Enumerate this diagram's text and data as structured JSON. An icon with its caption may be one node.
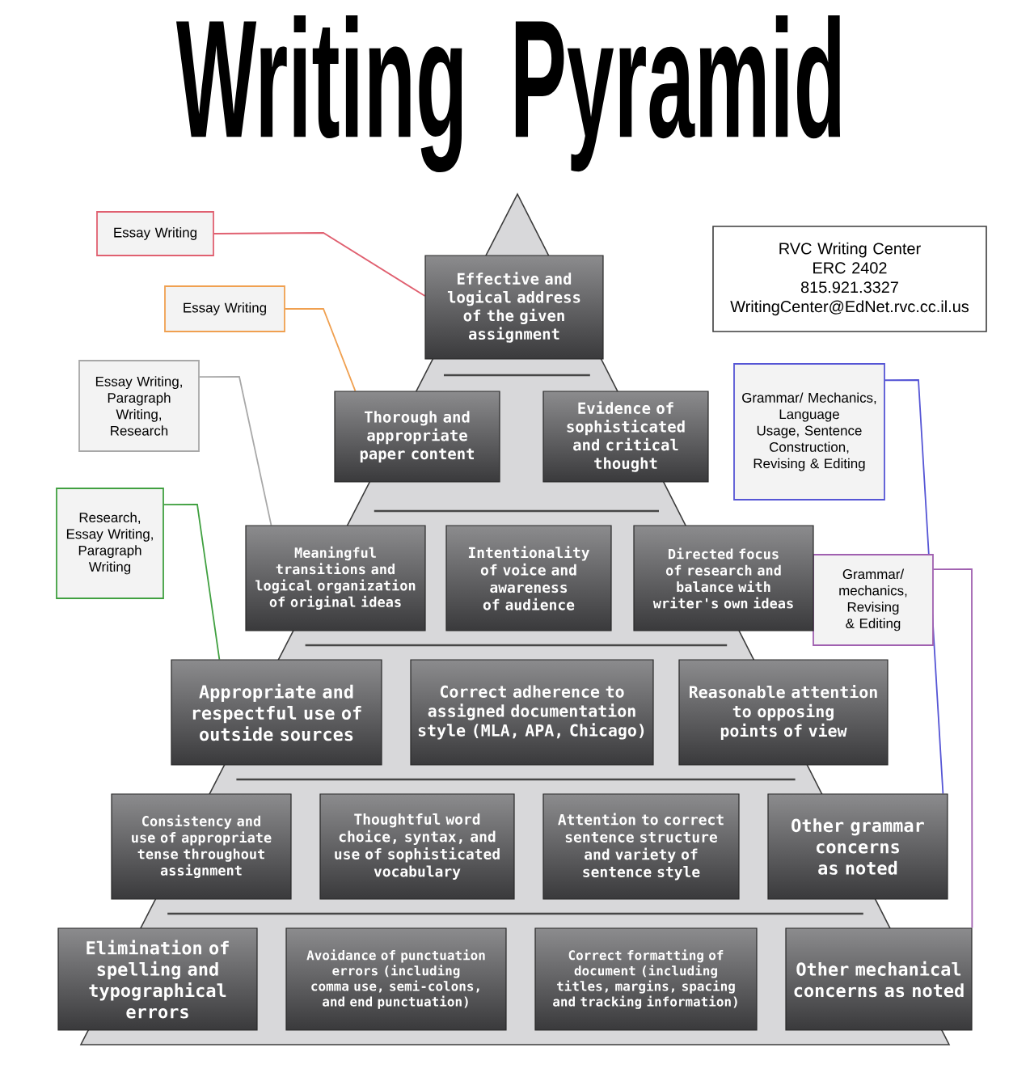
{
  "diagram": {
    "title": "Writing Pyramid",
    "nodes": [
      {
        "text": [
          "RVC Writing Center",
          "ERC 2402",
          "815.921.3327",
          "WritingCenter@EdNet.rvc.cc.il.us"
        ]
      },
      {
        "text": [
          "Essay Writing"
        ]
      },
      {
        "text": [
          "Essay Writing"
        ]
      },
      {
        "text": [
          "Essay Writing, Paragraph Writing, Research"
        ]
      },
      {
        "text": [
          "Research, Essay Writing, Paragraph Writing"
        ]
      },
      {
        "text": [
          "Grammar/ Mechanics, Language Usage, Sentence Construction, Revising & Editing"
        ]
      },
      {
        "text": [
          "Grammar/ mechanics, Revising & Editing"
        ]
      },
      {
        "text": [
          "Effective and logical address of the given assignment"
        ]
      },
      {
        "text": [
          "Thorough and appropriate paper content"
        ]
      },
      {
        "text": [
          "Evidence of sophisticated and critical thought"
        ]
      },
      {
        "text": [
          "Meaningful transitions and logical organization of original ideas"
        ]
      },
      {
        "text": [
          "Intentionality of voice and awareness of audience"
        ]
      },
      {
        "text": [
          "Directed focus of research and balance with writer's own ideas"
        ]
      },
      {
        "text": [
          "Appropriate and respectful use of outside sources"
        ]
      },
      {
        "text": [
          "Correct adherence to assigned documentation style (MLA, APA, Chicago)"
        ]
      },
      {
        "text": [
          "Reasonable attention to opposing points of view"
        ]
      },
      {
        "text": [
          "Consistency and use of appropriate tense throughout assignment"
        ]
      },
      {
        "text": [
          "Thoughtful word choice, syntax, and use of sophisticated vocabulary"
        ]
      },
      {
        "text": [
          "Attention to correct sentence structure and variety of sentence style"
        ]
      },
      {
        "text": [
          "Other grammar concerns as noted"
        ]
      },
      {
        "text": [
          "Elimination of spelling and typographical errors"
        ]
      },
      {
        "text": [
          "Avoidance of punctuation errors (including comma use, semi-colons, and end punctuation)"
        ]
      },
      {
        "text": [
          "Correct formatting of document (including titles, margins, spacing and tracking information)"
        ]
      },
      {
        "text": [
          "Other mechanical concerns as noted"
        ]
      }
    ],
    "edges": [
      {
        "from": 1,
        "to": 7,
        "arrow": "none",
        "color": "#e06070"
      },
      {
        "from": 2,
        "to": 8,
        "arrow": "none",
        "color": "#f0a050"
      },
      {
        "from": 3,
        "to": 10,
        "arrow": "none",
        "color": "#a8a8a8"
      },
      {
        "from": 4,
        "to": 13,
        "arrow": "none",
        "color": "#40a040"
      },
      {
        "from": 5,
        "to": 19,
        "arrow": "none",
        "color": "#5555d5"
      },
      {
        "from": 6,
        "to": 23,
        "arrow": "none",
        "color": "#a060b0"
      }
    ]
  }
}
